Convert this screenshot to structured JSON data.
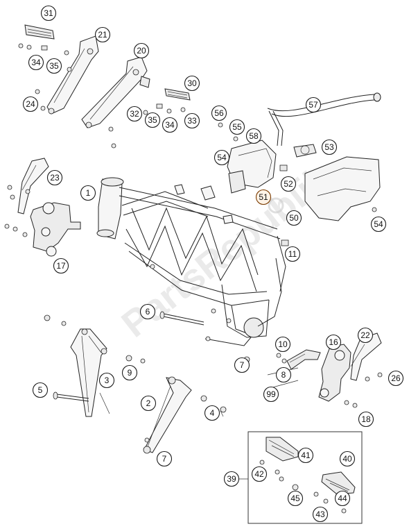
{
  "diagram": {
    "watermark_text": "PartsRepublik",
    "callouts": [
      "1",
      "2",
      "3",
      "4",
      "5",
      "6",
      "7",
      "7b",
      "8",
      "9",
      "10",
      "11",
      "16",
      "17",
      "18",
      "20",
      "21",
      "22",
      "23",
      "24",
      "26",
      "30",
      "31",
      "32",
      "33",
      "34",
      "34b",
      "35",
      "35b",
      "39",
      "40",
      "41",
      "42",
      "43",
      "44",
      "45",
      "50",
      "51",
      "52",
      "53",
      "54",
      "54b",
      "55",
      "56",
      "57",
      "58",
      "99"
    ],
    "labels": {
      "1": "1",
      "2": "2",
      "3": "3",
      "4": "4",
      "5": "5",
      "6": "6",
      "7": "7",
      "7b": "7",
      "8": "8",
      "9": "9",
      "10": "10",
      "11": "11",
      "16": "16",
      "17": "17",
      "18": "18",
      "20": "20",
      "21": "21",
      "22": "22",
      "23": "23",
      "24": "24",
      "26": "26",
      "30": "30",
      "31": "31",
      "32": "32",
      "33": "33",
      "34": "34",
      "34b": "34",
      "35": "35",
      "35b": "35",
      "39": "39",
      "40": "40",
      "41": "41",
      "42": "42",
      "43": "43",
      "44": "44",
      "45": "45",
      "50": "50",
      "51": "51",
      "52": "52",
      "53": "53",
      "54": "54",
      "54b": "54",
      "55": "55",
      "56": "56",
      "57": "57",
      "58": "58",
      "99": "99"
    },
    "colors": {
      "line": "#222222",
      "highlight_callout": "#7a3b00",
      "watermark": "#d9d9d9"
    }
  }
}
